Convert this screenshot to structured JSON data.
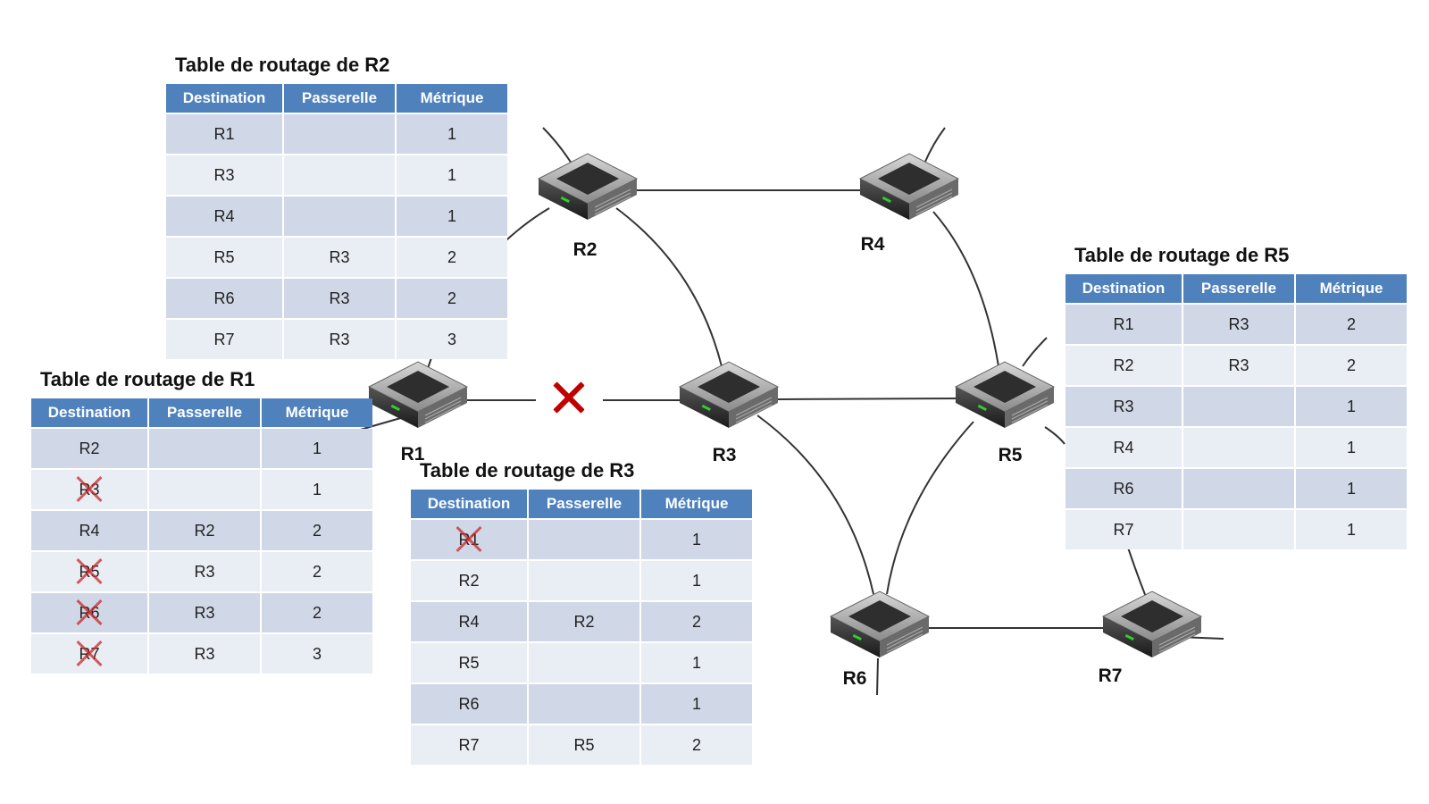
{
  "routers": [
    {
      "id": "R1",
      "label": "R1"
    },
    {
      "id": "R2",
      "label": "R2"
    },
    {
      "id": "R3",
      "label": "R3"
    },
    {
      "id": "R4",
      "label": "R4"
    },
    {
      "id": "R5",
      "label": "R5"
    },
    {
      "id": "R6",
      "label": "R6"
    },
    {
      "id": "R7",
      "label": "R7"
    }
  ],
  "links": [
    {
      "from": "R1",
      "to": "R2",
      "status": "up"
    },
    {
      "from": "R1",
      "to": "R3",
      "status": "broken"
    },
    {
      "from": "R2",
      "to": "R3",
      "status": "up"
    },
    {
      "from": "R2",
      "to": "R4",
      "status": "up"
    },
    {
      "from": "R3",
      "to": "R5",
      "status": "up"
    },
    {
      "from": "R3",
      "to": "R6",
      "status": "up"
    },
    {
      "from": "R4",
      "to": "R5",
      "status": "up"
    },
    {
      "from": "R5",
      "to": "R6",
      "status": "up"
    },
    {
      "from": "R5",
      "to": "R7",
      "status": "up"
    },
    {
      "from": "R6",
      "to": "R7",
      "status": "up"
    }
  ],
  "colors": {
    "header": "#4f81bd",
    "row_odd": "#d0d8e8",
    "row_even": "#e9edf4",
    "cross": "#c00000"
  },
  "tables": {
    "r2": {
      "title": "Table de routage de R2",
      "headers": [
        "Destination",
        "Passerelle",
        "Métrique"
      ],
      "rows": [
        {
          "dest": "R1",
          "gw": "",
          "metric": "1",
          "struck": false
        },
        {
          "dest": "R3",
          "gw": "",
          "metric": "1",
          "struck": false
        },
        {
          "dest": "R4",
          "gw": "",
          "metric": "1",
          "struck": false
        },
        {
          "dest": "R5",
          "gw": "R3",
          "metric": "2",
          "struck": false
        },
        {
          "dest": "R6",
          "gw": "R3",
          "metric": "2",
          "struck": false
        },
        {
          "dest": "R7",
          "gw": "R3",
          "metric": "3",
          "struck": false
        }
      ]
    },
    "r1": {
      "title": "Table de routage de R1",
      "headers": [
        "Destination",
        "Passerelle",
        "Métrique"
      ],
      "rows": [
        {
          "dest": "R2",
          "gw": "",
          "metric": "1",
          "struck": false
        },
        {
          "dest": "R3",
          "gw": "",
          "metric": "1",
          "struck": true
        },
        {
          "dest": "R4",
          "gw": "R2",
          "metric": "2",
          "struck": false
        },
        {
          "dest": "R5",
          "gw": "R3",
          "metric": "2",
          "struck": true
        },
        {
          "dest": "R6",
          "gw": "R3",
          "metric": "2",
          "struck": true
        },
        {
          "dest": "R7",
          "gw": "R3",
          "metric": "3",
          "struck": true
        }
      ]
    },
    "r3": {
      "title": "Table de routage de R3",
      "headers": [
        "Destination",
        "Passerelle",
        "Métrique"
      ],
      "rows": [
        {
          "dest": "R1",
          "gw": "",
          "metric": "1",
          "struck": true
        },
        {
          "dest": "R2",
          "gw": "",
          "metric": "1",
          "struck": false
        },
        {
          "dest": "R4",
          "gw": "R2",
          "metric": "2",
          "struck": false
        },
        {
          "dest": "R5",
          "gw": "",
          "metric": "1",
          "struck": false
        },
        {
          "dest": "R6",
          "gw": "",
          "metric": "1",
          "struck": false
        },
        {
          "dest": "R7",
          "gw": "R5",
          "metric": "2",
          "struck": false
        }
      ]
    },
    "r5": {
      "title": "Table de routage de R5",
      "headers": [
        "Destination",
        "Passerelle",
        "Métrique"
      ],
      "rows": [
        {
          "dest": "R1",
          "gw": "R3",
          "metric": "2",
          "struck": false
        },
        {
          "dest": "R2",
          "gw": "R3",
          "metric": "2",
          "struck": false
        },
        {
          "dest": "R3",
          "gw": "",
          "metric": "1",
          "struck": false
        },
        {
          "dest": "R4",
          "gw": "",
          "metric": "1",
          "struck": false
        },
        {
          "dest": "R6",
          "gw": "",
          "metric": "1",
          "struck": false
        },
        {
          "dest": "R7",
          "gw": "",
          "metric": "1",
          "struck": false
        }
      ]
    }
  }
}
